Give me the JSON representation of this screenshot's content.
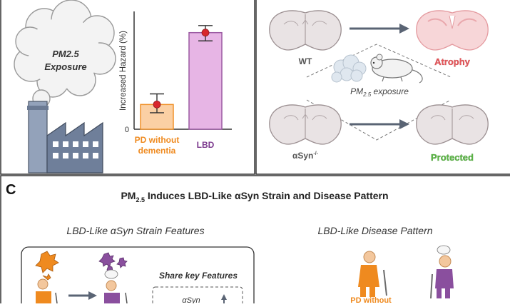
{
  "panel_a": {
    "exposure_line1": "PM2.5",
    "exposure_line2": "Exposure",
    "chart_data": {
      "type": "bar",
      "categories": [
        "PD without dementia",
        "LBD"
      ],
      "category_lines": [
        [
          "PD without",
          "dementia"
        ],
        [
          "LBD"
        ]
      ],
      "values": [
        21,
        82
      ],
      "error": [
        [
          14,
          30
        ],
        [
          75,
          88
        ]
      ],
      "ylabel": "Increased Hazard (%)",
      "ylim": [
        0,
        100
      ],
      "y_tick_labels": [
        "0"
      ],
      "colors": {
        "bar1_fill": "#fbd0a4",
        "bar1_stroke": "#f0922b",
        "bar2_fill": "#e7b5e5",
        "bar2_stroke": "#9b5aa2",
        "point": "#d8262c",
        "label1": "#ef8a1f",
        "label2": "#7c3a8e"
      }
    }
  },
  "panel_b": {
    "wt_label": "WT",
    "ko_label": "αSyn",
    "ko_sup": "-/-",
    "exposure_text": "PM",
    "exposure_sub": "2.5",
    "exposure_rest": " exposure",
    "atrophy": "Atrophy",
    "protected": "Protected",
    "colors": {
      "atrophy": "#e8585c",
      "protected": "#5db847"
    }
  },
  "panel_c": {
    "letter": "C",
    "title_a": "PM",
    "title_sub": "2.5",
    "title_b": " Induces LBD-Like αSyn Strain and Disease Pattern",
    "left_heading": "LBD-Like αSyn Strain Features",
    "right_heading": "LBD-Like Disease Pattern",
    "share": "Share key Features",
    "asyn": "αSyn",
    "pd_partial": "PD without",
    "colors": {
      "orange": "#ef8a1f",
      "purple": "#8a4f9e"
    }
  }
}
